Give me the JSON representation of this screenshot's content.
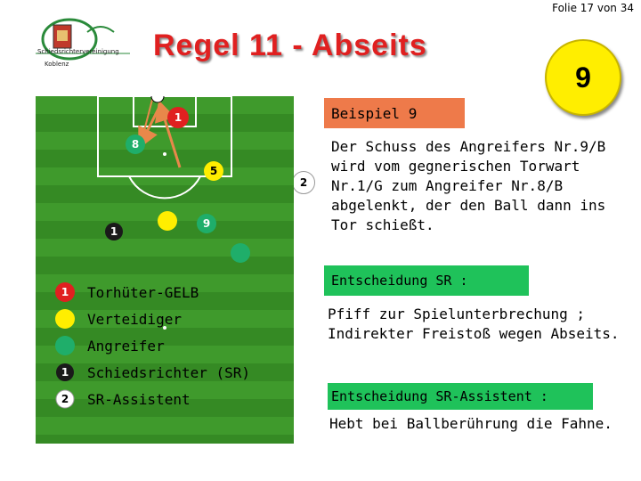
{
  "header": {
    "slide_counter": "Folie 17 von 34",
    "title": "Regel 11  - Abseits",
    "example_number": "9",
    "logo_text": "Schiedsrichtervereinigung Koblenz"
  },
  "example": {
    "label": "Beispiel 9",
    "description": "Der Schuss des Angreifers Nr.9/B wird vom gegnerischen Torwart Nr.1/G zum Angreifer Nr.8/B abgelenkt, der den Ball dann ins Tor schießt."
  },
  "decision_referee": {
    "label": "Entscheidung SR :",
    "text": "Pfiff zur Spielunterbrechung ; Indirekter Freistoß wegen Abseits."
  },
  "decision_assistant": {
    "label": "Entscheidung SR-Assistent :",
    "text": "Hebt bei Ballberührung die Fahne."
  },
  "field": {
    "players": [
      {
        "id": "goalkeeper",
        "number": "1",
        "role": "Torhüter",
        "color": "#e02020"
      },
      {
        "id": "attacker-8",
        "number": "8",
        "role": "Angreifer",
        "color": "#1fae6a"
      },
      {
        "id": "defender-5",
        "number": "5",
        "role": "Verteidiger",
        "color": "#ffee00"
      },
      {
        "id": "attacker-9",
        "number": "9",
        "role": "Angreifer",
        "color": "#1fae6a"
      },
      {
        "id": "defender-yellow",
        "number": "",
        "role": "Verteidiger",
        "color": "#ffee00"
      },
      {
        "id": "referee",
        "number": "1",
        "role": "Schiedsrichter",
        "color": "#1a1a1a"
      },
      {
        "id": "attacker-right",
        "number": "",
        "role": "Angreifer",
        "color": "#1fae6a"
      }
    ],
    "assistant_number": "2"
  },
  "legend": [
    {
      "label": "Torhüter-GELB",
      "marker": "1",
      "color": "#e02020"
    },
    {
      "label": "Verteidiger",
      "marker": "",
      "color": "#ffee00"
    },
    {
      "label": "Angreifer",
      "marker": "",
      "color": "#1fae6a"
    },
    {
      "label": "Schiedsrichter (SR)",
      "marker": "1",
      "color": "#1a1a1a"
    },
    {
      "label": "SR-Assistent",
      "marker": "2",
      "color": "#ffffff"
    }
  ],
  "colors": {
    "title": "#e02020",
    "pitch": "#3f8f2a",
    "beispiel_bg": "#ee7a4a",
    "decision_bg": "#1fc25a",
    "arrow": "#e8884a"
  }
}
